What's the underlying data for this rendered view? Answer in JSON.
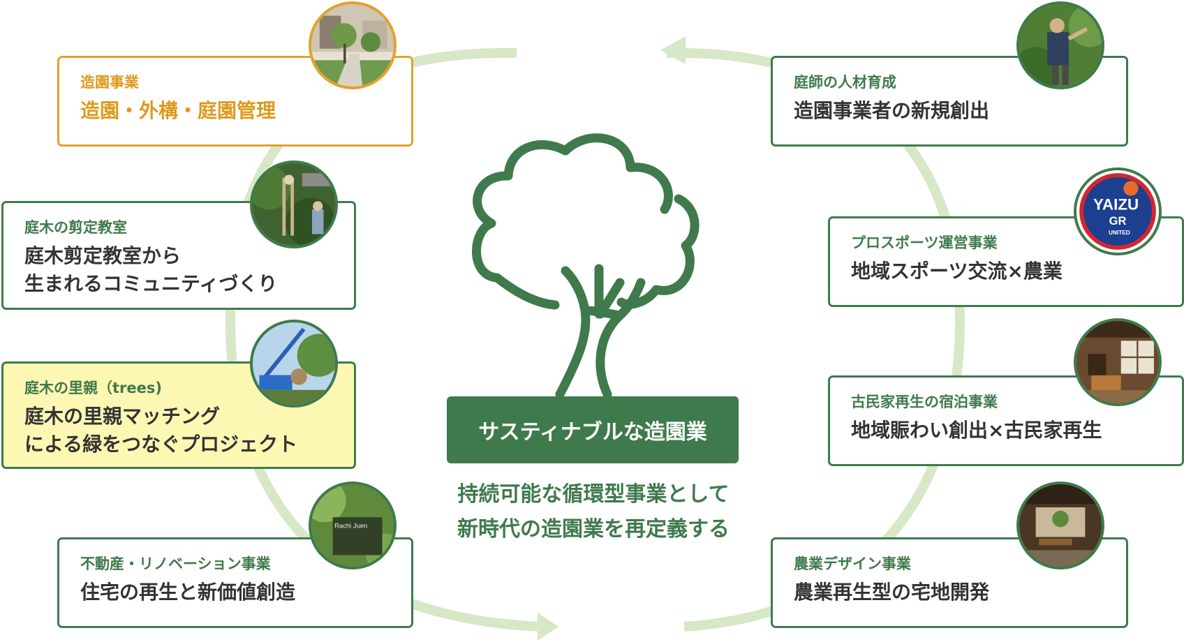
{
  "colors": {
    "green": "#3f7a4c",
    "light_green": "#d6e8c6",
    "orange": "#e3a12c",
    "yellow_bg": "#fdf7b4"
  },
  "center": {
    "icon": "tree-icon",
    "label": "サスティナブルな造園業",
    "subtitle_line1": "持続可能な循環型事業として",
    "subtitle_line2": "新時代の造園業を再定義する"
  },
  "left_items": [
    {
      "category": "造園事業",
      "description": "造園・外構・庭園管理",
      "photo": "house-garden-photo"
    },
    {
      "category": "庭木の剪定教室",
      "description": "庭木剪定教室から\n生まれるコミュニティづくり",
      "photo": "pruning-class-photo"
    },
    {
      "category": "庭木の里親（trees)",
      "description": "庭木の里親マッチング\nによる緑をつなぐプロジェクト",
      "photo": "crane-tree-photo"
    },
    {
      "category": "不動産・リノベーション事業",
      "description": "住宅の再生と新価値創造",
      "photo": "rachi-juen-shop-photo",
      "photo_text": "Rachi Juen"
    }
  ],
  "right_items": [
    {
      "category": "庭師の人材育成",
      "description": "造園事業者の新規創出",
      "photo": "gardener-photo"
    },
    {
      "category": "プロスポーツ運営事業",
      "description": "地域スポーツ交流×農業",
      "photo": "yaizu-gr-united-logo",
      "logo_text_main": "YAIZU",
      "logo_text_sub": "GR",
      "logo_text_small": "UNITED"
    },
    {
      "category": "古民家再生の宿泊事業",
      "description": "地域賑わい創出×古民家再生",
      "photo": "kominka-interior-photo"
    },
    {
      "category": "農業デザイン事業",
      "description": "農業再生型の宅地開発",
      "photo": "farm-house-photo"
    }
  ]
}
